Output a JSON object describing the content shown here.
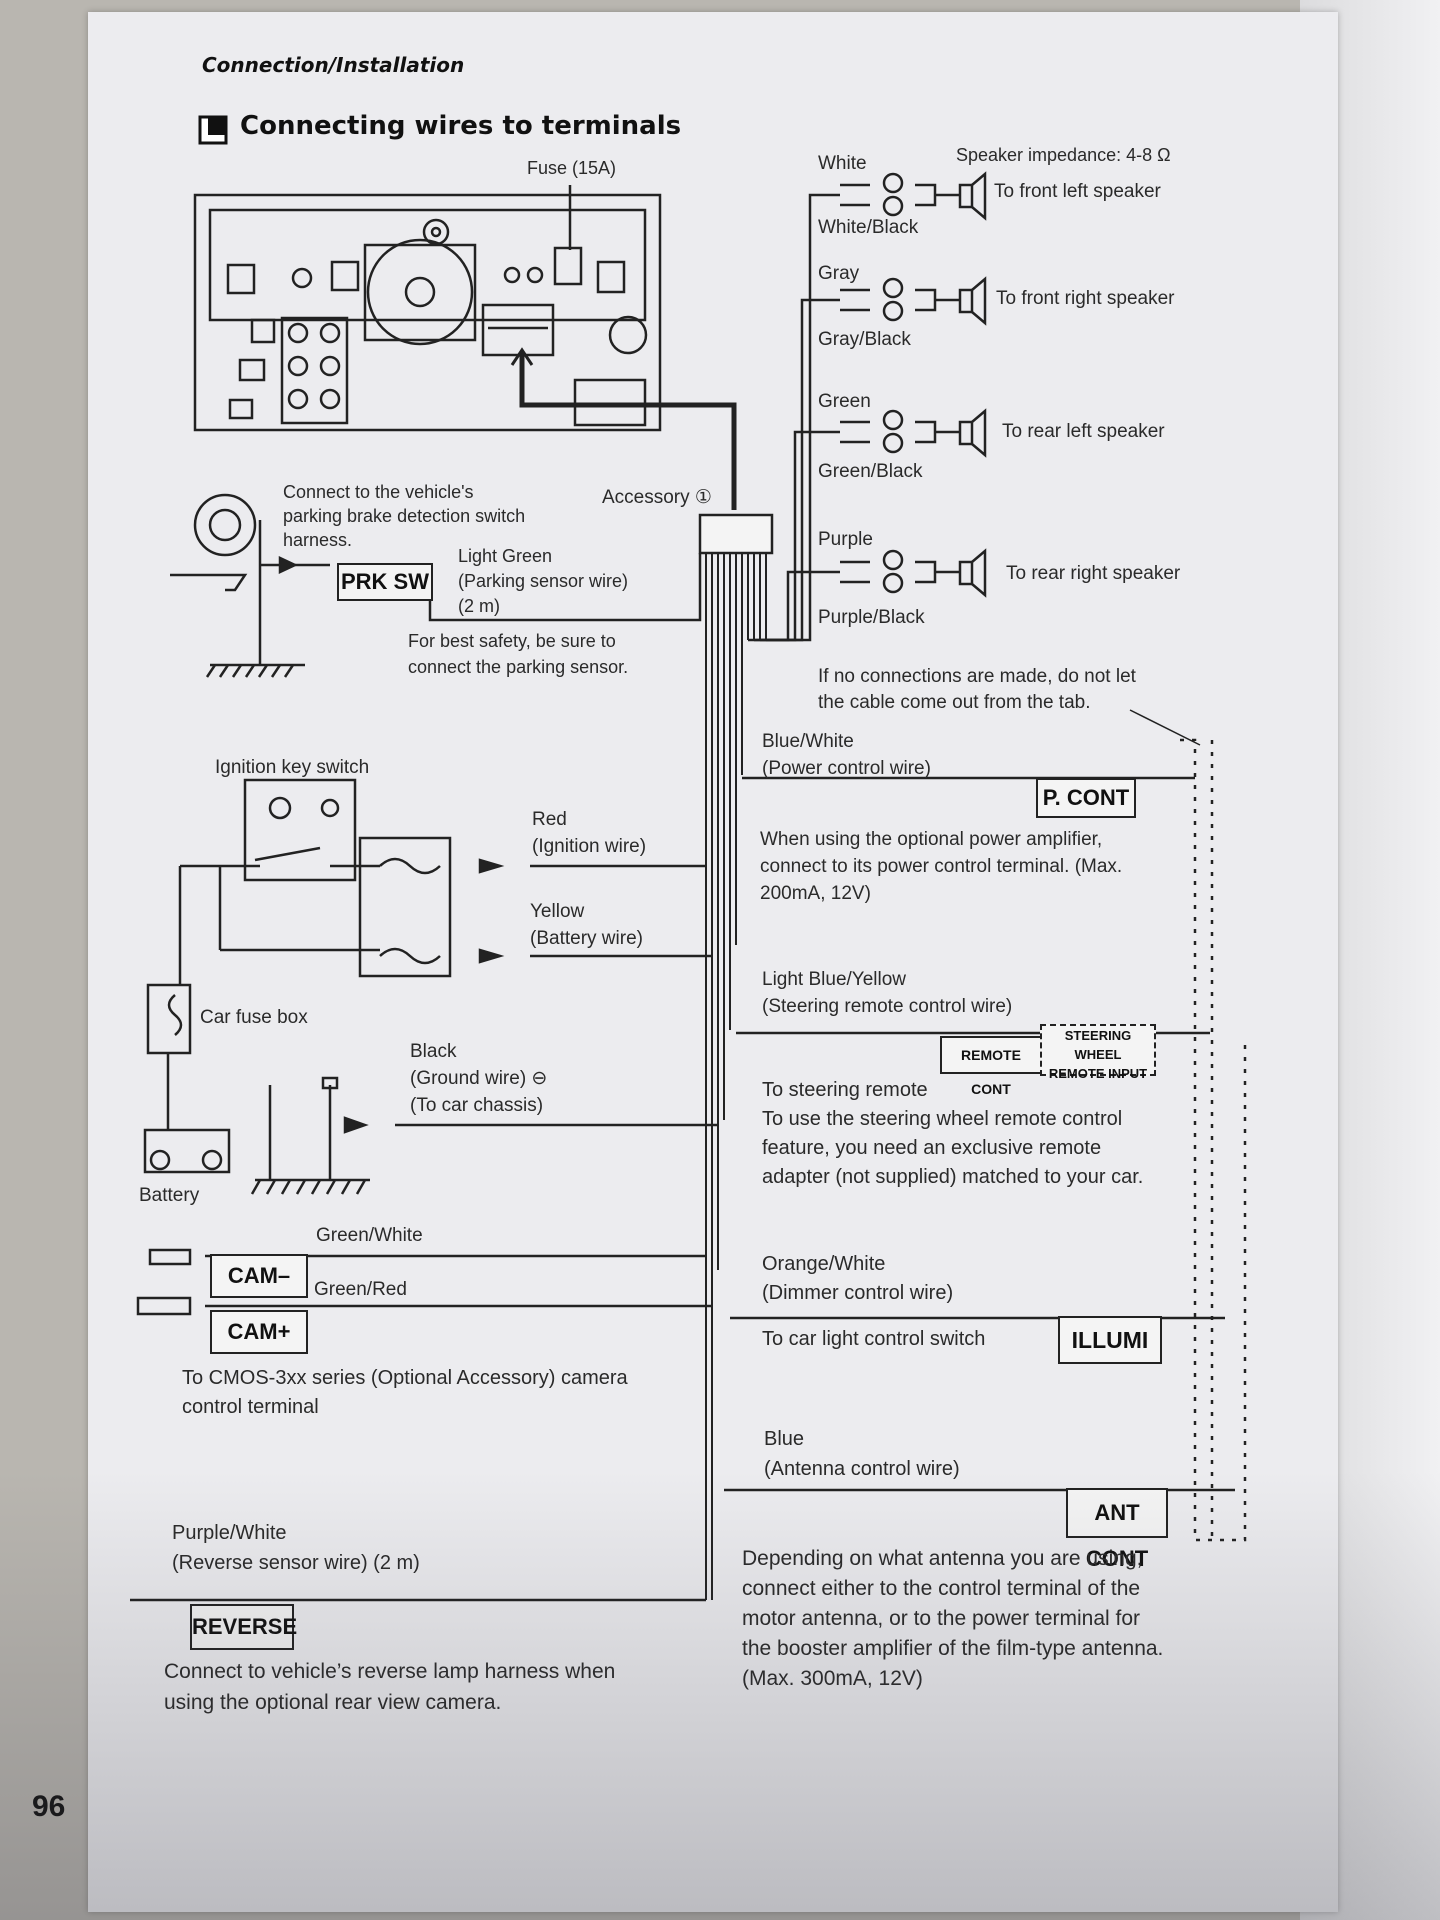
{
  "header": {
    "section": "Connection/Installation",
    "title": "Connecting wires to terminals",
    "page_number": "96"
  },
  "unit": {
    "fuse": "Fuse (15A)",
    "accessory": "Accessory ①"
  },
  "speakers": {
    "impedance": "Speaker impedance: 4-8 Ω",
    "items": [
      {
        "plus": "White",
        "minus": "White/Black",
        "dest": "To front left speaker"
      },
      {
        "plus": "Gray",
        "minus": "Gray/Black",
        "dest": "To front right speaker"
      },
      {
        "plus": "Green",
        "minus": "Green/Black",
        "dest": "To rear left speaker"
      },
      {
        "plus": "Purple",
        "minus": "Purple/Black",
        "dest": "To rear right speaker"
      }
    ]
  },
  "parking": {
    "switch_note": "Connect to the vehicle's\nparking brake detection switch\nharness.",
    "box": "PRK SW",
    "wire": "Light Green\n(Parking sensor wire)\n(2 m)",
    "safety": "For best safety, be sure to\nconnect the parking sensor."
  },
  "power": {
    "ignition_label": "Ignition key switch",
    "red": "Red\n(Ignition wire)",
    "yellow": "Yellow\n(Battery wire)",
    "fuse_box": "Car fuse box",
    "black": "Black\n(Ground wire) ⊖\n(To car chassis)",
    "battery": "Battery"
  },
  "camera": {
    "green_white": "Green/White",
    "green_red": "Green/Red",
    "cam_minus": "CAM–",
    "cam_plus": "CAM+",
    "note": "To CMOS-3xx series (Optional Accessory) camera\ncontrol terminal"
  },
  "reverse": {
    "wire": "Purple/White\n(Reverse sensor wire) (2 m)",
    "box": "REVERSE",
    "note": "Connect to vehicle’s reverse lamp harness when\nusing the optional rear view camera."
  },
  "tab_note": "If no connections are made, do not let\nthe cable come out from the tab.",
  "pcont": {
    "wire": "Blue/White\n(Power control wire)",
    "box": "P. CONT",
    "note": "When using the optional power amplifier,\nconnect to its power control terminal. (Max.\n200mA, 12V)"
  },
  "steering": {
    "wire": "Light Blue/Yellow\n(Steering remote control wire)",
    "box": "REMOTE CONT",
    "box2": "STEERING WHEEL\nREMOTE INPUT",
    "note": "To steering remote\nTo use the steering wheel remote control\nfeature, you need an exclusive remote\nadapter (not supplied) matched to your car."
  },
  "illumi": {
    "wire": "Orange/White\n(Dimmer control wire)",
    "note": "To car light control switch",
    "box": "ILLUMI"
  },
  "antenna": {
    "wire": "Blue\n(Antenna control wire)",
    "box": "ANT CONT",
    "note": "Depending on what antenna you are using,\nconnect either to the control terminal of the\nmotor antenna, or to the power terminal for\nthe booster amplifier of the film-type antenna.\n(Max. 300mA, 12V)"
  }
}
